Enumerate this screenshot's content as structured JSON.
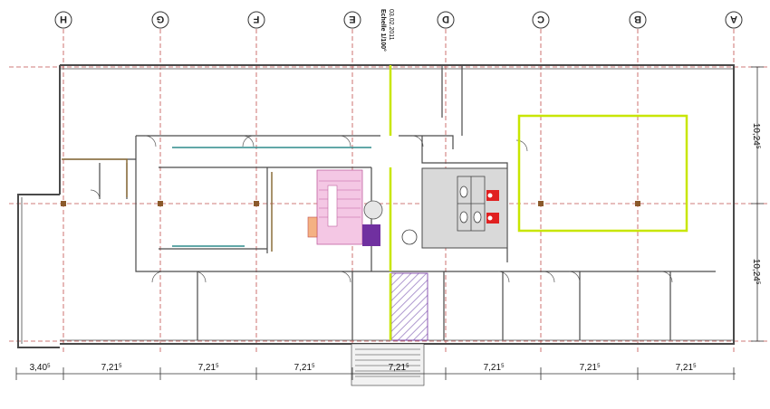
{
  "plan": {
    "scale_note": "Echelle 1/100°",
    "date_note": "03.02.2011",
    "colors": {
      "grid_line": "#c0504d",
      "wall": "#4a4a4a",
      "highlight": "#c8e600",
      "sanitary_fill": "#d9d9d9",
      "fire_equipment": "#e02020",
      "stair_fill": "#f4c7e4",
      "purple_block": "#7030a0",
      "hatch": "#b09ad0",
      "teal_partition": "#2e8b8b"
    },
    "axes": [
      "H",
      "G",
      "F",
      "E",
      "D",
      "C",
      "B",
      "A"
    ],
    "bottom_dimensions": [
      {
        "main": "3,40",
        "sup": "5"
      },
      {
        "main": "7,21",
        "sup": "5"
      },
      {
        "main": "7,21",
        "sup": "5"
      },
      {
        "main": "7,21",
        "sup": "5"
      },
      {
        "main": "7,21",
        "sup": "5"
      },
      {
        "main": "7,21",
        "sup": "5"
      },
      {
        "main": "7,21",
        "sup": "5"
      },
      {
        "main": "7,21",
        "sup": "5"
      }
    ],
    "right_dimensions": [
      {
        "main": "10,24",
        "sup": "5"
      },
      {
        "main": "10,24",
        "sup": "5"
      }
    ],
    "icons": [
      "fire-extinguisher-icon",
      "staircase-icon",
      "door-swing-icon",
      "elevator-icon"
    ]
  }
}
